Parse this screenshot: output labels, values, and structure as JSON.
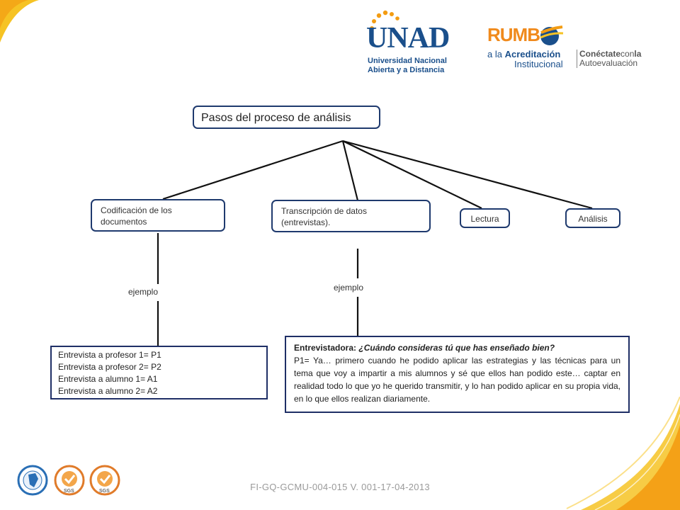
{
  "header": {
    "unad_logo": {
      "wordmark": "UNAD",
      "line1": "Universidad Nacional",
      "line2": "Abierta y a Distancia"
    },
    "rumbo_logo": {
      "wordmark": "RUMB",
      "line1_prefix": "a la",
      "line1_bold": "Acreditación",
      "line2": "Institucional",
      "tagline_bold": "Conéctate",
      "tagline_light": "con",
      "tagline_bold2": "la",
      "tagline_line2": "Autoevaluación"
    }
  },
  "diagram": {
    "title": "Pasos del proceso de análisis",
    "nodes": {
      "codificacion": "Codificación de los documentos",
      "transcripcion": "Transcripción de datos (entrevistas).",
      "lectura": "Lectura",
      "analisis": "Análisis"
    },
    "link_label_left": "ejemplo",
    "link_label_right": "ejemplo",
    "example_left_lines": [
      "Entrevista a profesor 1= P1",
      "Entrevista a profesor 2= P2",
      "Entrevista a alumno 1= A1",
      "Entrevista a alumno 2= A2"
    ],
    "example_right": {
      "speaker": "Entrevistadora:",
      "question": "¿Cuándo consideras tú que has enseñado bien?",
      "answer": "P1= Ya… primero cuando he podido aplicar las estrategias y las técnicas para un tema que voy a impartir a mis alumnos y sé que ellos han podido este… captar en realidad todo lo que yo he querido transmitir, y lo han podido aplicar en su propia vida, en lo que ellos realizan diariamente."
    }
  },
  "footer": {
    "code": "FI-GQ-GCMU-004-015  V. 001-17-04-2013",
    "seal_labels": [
      "SGS",
      "SGS"
    ]
  },
  "colors": {
    "box_border": "#1f3a6e",
    "unad_blue": "#1a4f8b",
    "unad_orange": "#f39c12",
    "rumbo_orange": "#f08a1c",
    "corner_yellow": "#f6c324"
  }
}
